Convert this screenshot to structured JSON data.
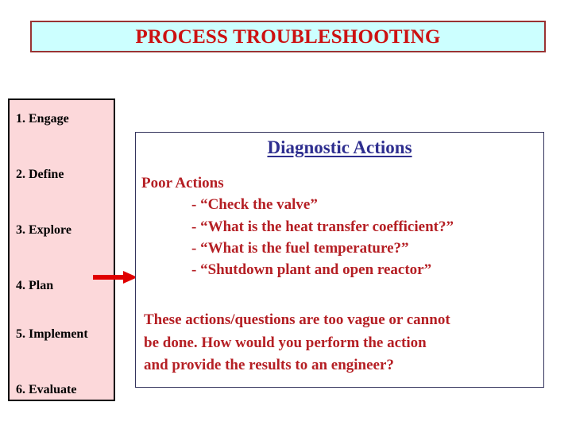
{
  "slide": {
    "title": "PROCESS TROUBLESHOOTING",
    "title_bg_color": "#ccffff",
    "title_border_color": "#993333",
    "title_text_color": "#cc1111"
  },
  "steps_panel": {
    "bg_color": "#fcd8da",
    "border_color": "#000000",
    "items": [
      {
        "label": "1. Engage"
      },
      {
        "label": "2. Define"
      },
      {
        "label": "3. Explore"
      },
      {
        "label": "4. Plan"
      },
      {
        "label": "5. Implement"
      },
      {
        "label": "6. Evaluate"
      }
    ]
  },
  "arrow": {
    "name": "red-right-arrow",
    "color": "#e00000",
    "points_from": "4. Plan",
    "points_to": "Diagnostic Actions"
  },
  "actions_panel": {
    "heading": "Diagnostic Actions",
    "heading_color": "#2e2e8f",
    "border_color": "#33335c",
    "body_text_color": "#b51f24",
    "poor_actions_label": "Poor Actions",
    "poor_actions": [
      "- “Check the valve”",
      "- “What is the heat transfer coefficient?”",
      "- “What is the fuel temperature?”",
      "- “Shutdown plant and open reactor”"
    ],
    "summary_lines": [
      "These actions/questions are too vague or cannot",
      "be done.  How would you perform the action",
      "and provide the results to an engineer?"
    ]
  }
}
